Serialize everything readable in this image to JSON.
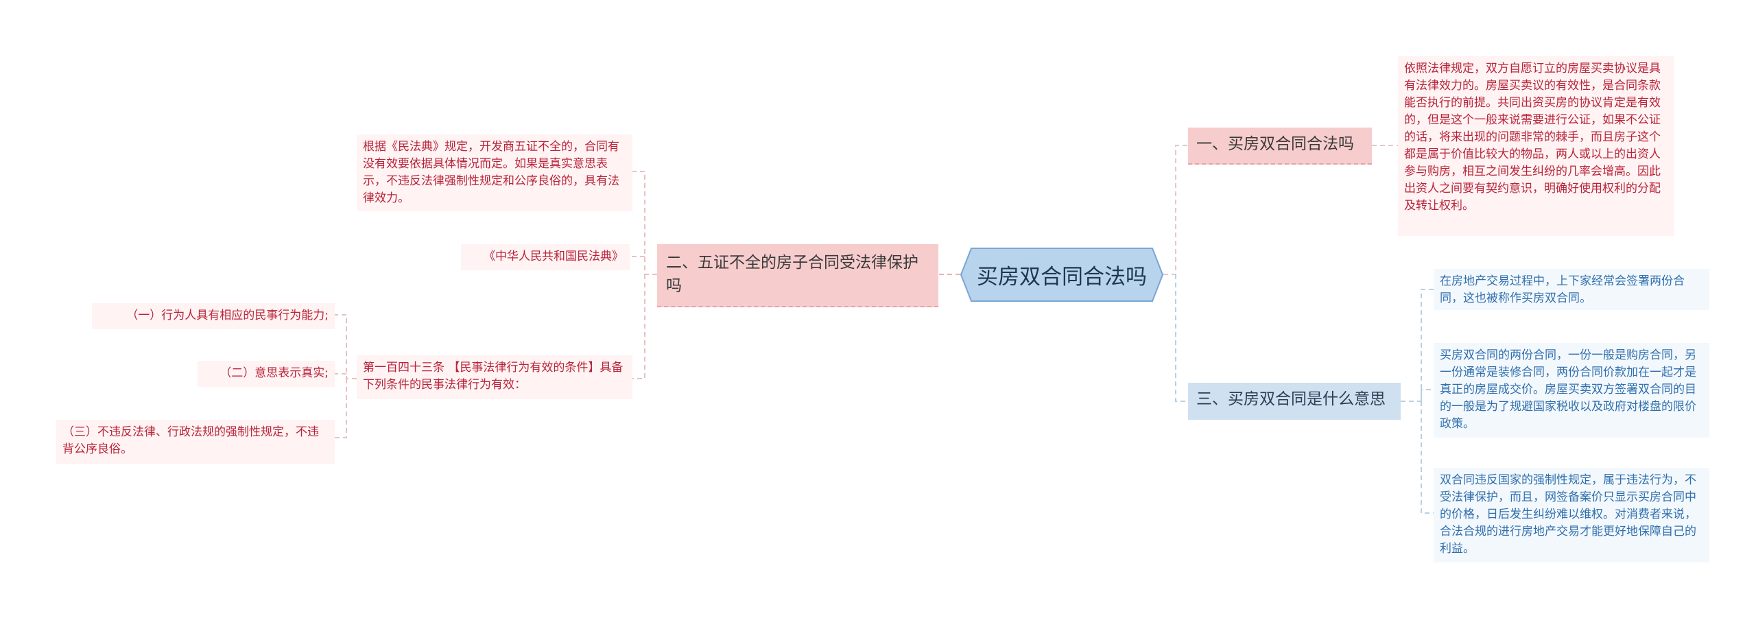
{
  "root": {
    "label": "买房双合同合法吗"
  },
  "branch1": {
    "label": "一、买房双合同合法吗",
    "detail": "依照法律规定，双方自愿订立的房屋买卖协议是具有法律效力的。房屋买卖议的有效性，是合同条款能否执行的前提。共同出资买房的协议肯定是有效的，但是这个一般来说需要进行公证，如果不公证的话，将来出现的问题非常的棘手，而且房子这个都是属于价值比较大的物品，两人或以上的出资人参与购房，相互之间发生纠纷的几率会增高。因此出资人之间要有契约意识，明确好使用权利的分配及转让权利。"
  },
  "branch2": {
    "label": "二、五证不全的房子合同受法律保护吗",
    "items": [
      "根据《民法典》规定，开发商五证不全的，合同有没有效要依据具体情况而定。如果是真实意思表示，不违反法律强制性规定和公序良俗的，具有法律效力。",
      "《中华人民共和国民法典》",
      "第一百四十三条 【民事法律行为有效的条件】具备下列条件的民事法律行为有效："
    ],
    "conditions": [
      "（一）行为人具有相应的民事行为能力;",
      "（二）意思表示真实;",
      "（三）不违反法律、行政法规的强制性规定，不违背公序良俗。"
    ]
  },
  "branch3": {
    "label": "三、买房双合同是什么意思",
    "items": [
      "在房地产交易过程中，上下家经常会签署两份合同，这也被称作买房双合同。",
      "买房双合同的两份合同，一份一般是购房合同，另一份通常是装修合同，两份合同价款加在一起才是真正的房屋成交价。房屋买卖双方签署双合同的目的一般是为了规避国家税收以及政府对楼盘的限价政策。",
      "双合同违反国家的强制性规定，属于违法行为，不受法律保护，而且，网签备案价只显示买房合同中的价格，日后发生纠纷难以维权。对消费者来说，合法合规的进行房地产交易才能更好地保障自己的利益。"
    ]
  },
  "colors": {
    "pink_text": "#b8243a",
    "pink_fill": "#f6cccc",
    "blue_text": "#2f6fad",
    "blue_fill": "#cfe0f0",
    "center_fill": "#b8d3ec",
    "center_stroke": "#7aa6d3"
  }
}
